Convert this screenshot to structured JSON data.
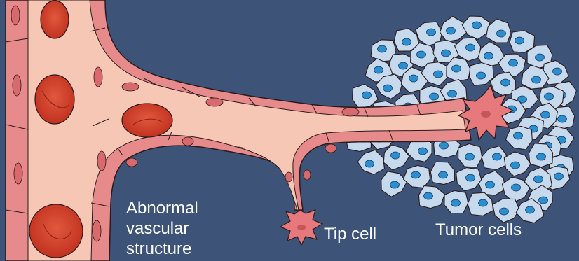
{
  "labels": {
    "abnormal_line1": "Abnormal",
    "abnormal_line2": "vascular",
    "abnormal_line3": "structure",
    "tip_cell": "Tip cell",
    "tumor_cells": "Tumor cells"
  },
  "colors": {
    "background": "#3d5478",
    "vessel_lumen": "#f7c7b6",
    "vessel_wall": "#e68a8c",
    "endothelial_nucleus": "#d86a6e",
    "red_blood_cell": "#d4412c",
    "tumor_cell": "#c7d9ec",
    "tumor_nucleus": "#2b8ed0",
    "tip_cell": "#e7787b",
    "outline": "#2b1a1a"
  }
}
